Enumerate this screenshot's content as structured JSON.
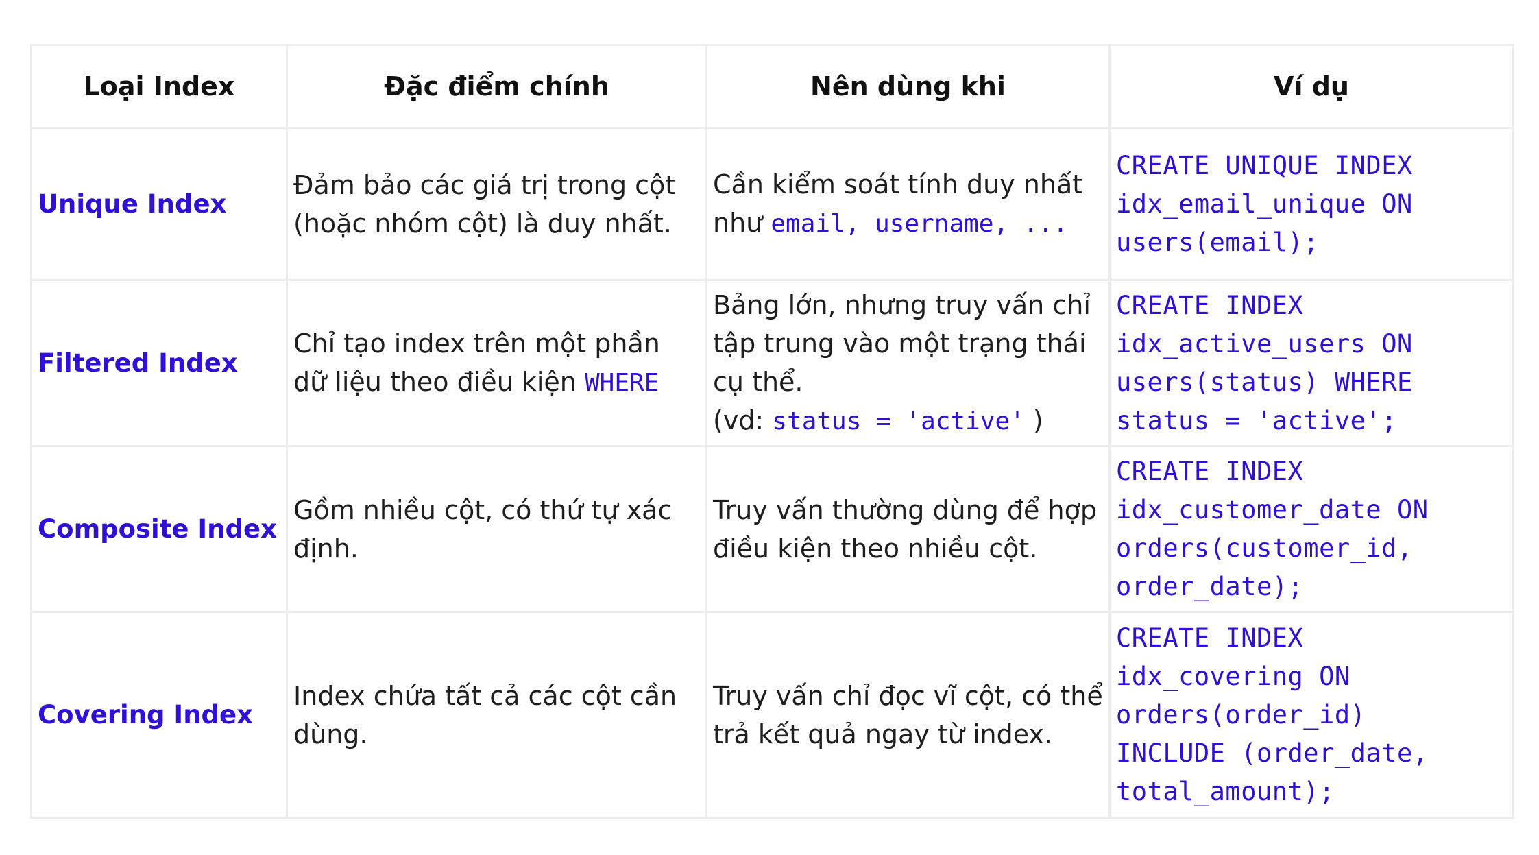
{
  "headers": {
    "type": "Loại Index",
    "feature": "Đặc điểm chính",
    "when": "Nên dùng khi",
    "example": "Ví dụ"
  },
  "rows": [
    {
      "type": "Unique Index",
      "feature": "Đảm bảo các giá trị trong cột (hoặc nhóm cột) là duy nhất.",
      "when_prefix": "Cần kiểm soát tính duy nhất như",
      "when_code": "email, username, ...",
      "example": "CREATE UNIQUE INDEX\nidx_email_unique ON\nusers(email);"
    },
    {
      "type": "Filtered Index",
      "feature_prefix": "Chỉ tạo index trên một phần dữ liệu theo điều kiện",
      "feature_code": "WHERE",
      "when_prefix": "Bảng lớn, nhưng truy vấn chỉ tập trung vào một trạng thái cụ thể.",
      "when_paren_open": "(vd:",
      "when_code": "status = 'active'",
      "when_paren_close": ")",
      "example": "CREATE INDEX\nidx_active_users ON\nusers(status) WHERE\nstatus = 'active';"
    },
    {
      "type": "Composite Index",
      "feature": "Gồm nhiều cột, có thứ tự xác định.",
      "when": "Truy vấn thường dùng để hợp điều kiện theo nhiều cột.",
      "example": "CREATE INDEX\nidx_customer_date ON\norders(customer_id,\norder_date);"
    },
    {
      "type": "Covering Index",
      "feature": "Index chứa tất cả các cột cần dùng.",
      "when": "Truy vấn chỉ đọc vĩ cột, có thể trả kết quả ngay từ index.",
      "example": "CREATE INDEX\nidx_covering ON\norders(order_id)\nINCLUDE (order_date,\ntotal_amount);"
    }
  ],
  "colors": {
    "accent": "#2e10d6",
    "border": "#ececec",
    "text": "#1e1e1e"
  }
}
